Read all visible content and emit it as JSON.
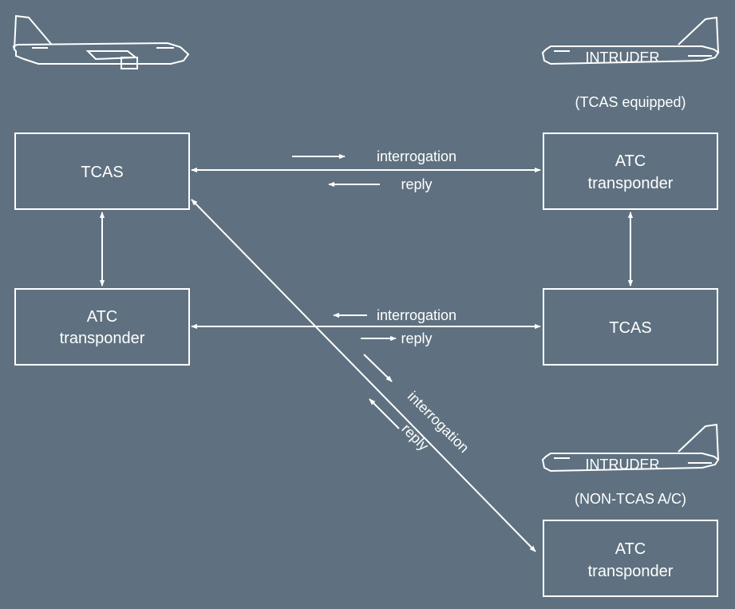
{
  "colors": {
    "background": "#5f7180",
    "foreground": "#ffffff"
  },
  "icons": {
    "own_aircraft": "airliner-icon",
    "intruder_tcas": "airliner-icon",
    "intruder_non_tcas": "airliner-icon"
  },
  "own": {
    "tcas": "TCAS",
    "atc_line1": "ATC",
    "atc_line2": "transponder"
  },
  "intruder_tcas": {
    "fuselage_label": "INTRUDER",
    "caption": "(TCAS equipped)",
    "atc_line1": "ATC",
    "atc_line2": "transponder",
    "tcas": "TCAS"
  },
  "intruder_non_tcas": {
    "fuselage_label": "INTRUDER",
    "caption": "(NON-TCAS A/C)",
    "atc_line1": "ATC",
    "atc_line2": "transponder"
  },
  "links": {
    "top_interrogation": "interrogation",
    "top_reply": "reply",
    "mid_interrogation": "interrogation",
    "mid_reply": "reply",
    "diag_interrogation": "interrogation",
    "diag_reply": "reply"
  }
}
